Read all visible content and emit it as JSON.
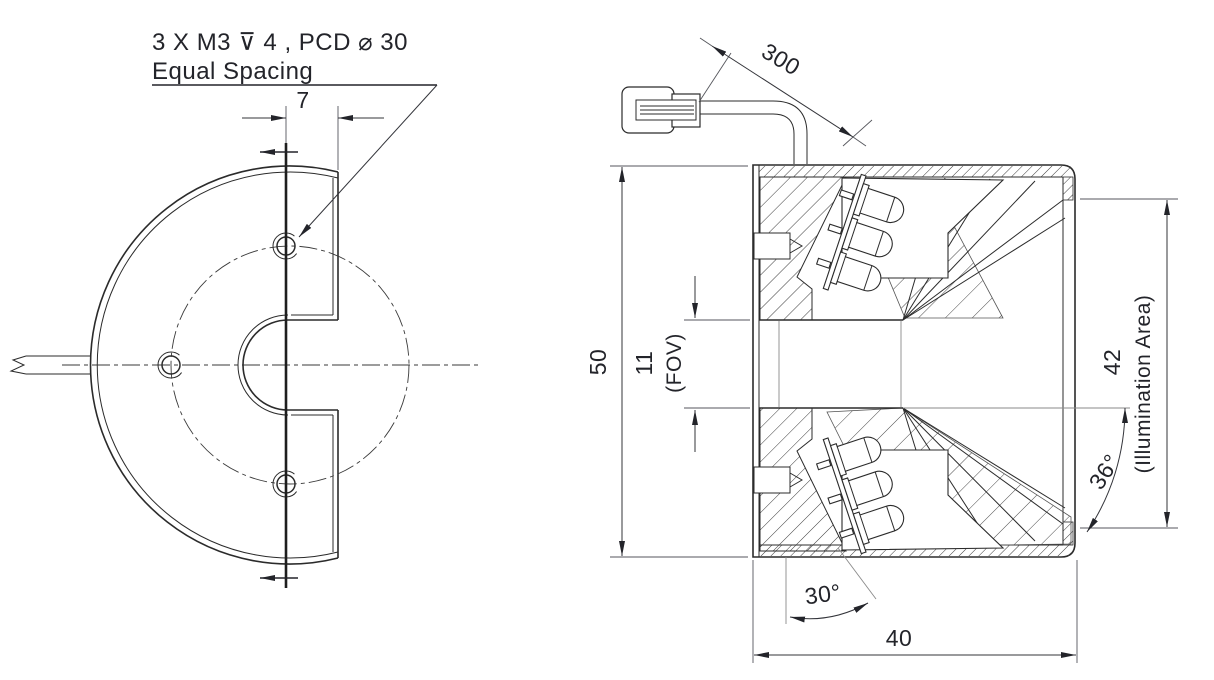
{
  "note": {
    "line1": "3 X M3 ⊽ 4 , PCD ⌀ 30",
    "line2": "Equal Spacing"
  },
  "front_view": {
    "offset_dim": "7"
  },
  "section_view": {
    "cable_length": "300",
    "height": "50",
    "fov": "11",
    "fov_label": "(FOV)",
    "illumination": "42",
    "illumination_label": "(Illumination Area)",
    "illumination_angle": "36°",
    "led_tilt_angle": "30°",
    "width": "40"
  },
  "colors": {
    "line": "#2b2b2b",
    "dim_text": "#23242a",
    "background": "#ffffff"
  }
}
